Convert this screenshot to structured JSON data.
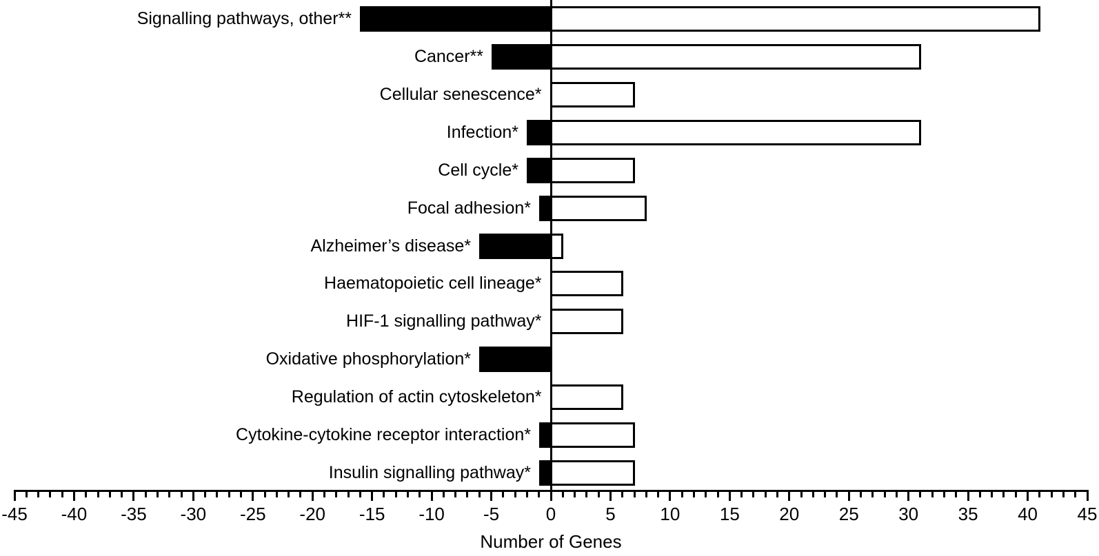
{
  "chart_data": {
    "type": "bar",
    "orientation": "horizontal_diverging",
    "title": "",
    "xlabel": "Number of Genes",
    "xlim": [
      -45,
      45
    ],
    "x_major_tick_step": 5,
    "x_minor_tick_step": 1,
    "grid": "off",
    "legend": "none",
    "axis_color": "#000000",
    "categories": [
      "Signalling pathways, other**",
      "Cancer**",
      "Cellular senescence*",
      "Infection*",
      "Cell cycle*",
      "Focal adhesion*",
      "Alzheimer’s disease*",
      "Haematopoietic cell lineage*",
      "HIF-1 signalling pathway*",
      "Oxidative phosphorylation*",
      "Regulation of actin cytoskeleton*",
      "Cytokine-cytokine receptor interaction*",
      "Insulin signalling pathway*"
    ],
    "series": [
      {
        "name": "negative-black-bars",
        "fill": "#000000",
        "values": [
          -16,
          -5,
          0,
          -2,
          -2,
          -1,
          -6,
          0,
          0,
          -6,
          0,
          -1,
          -1
        ]
      },
      {
        "name": "positive-white-bars",
        "fill": "#ffffff",
        "values": [
          41,
          31,
          7,
          31,
          7,
          8,
          1,
          6,
          6,
          0,
          6,
          7,
          7
        ]
      }
    ]
  }
}
